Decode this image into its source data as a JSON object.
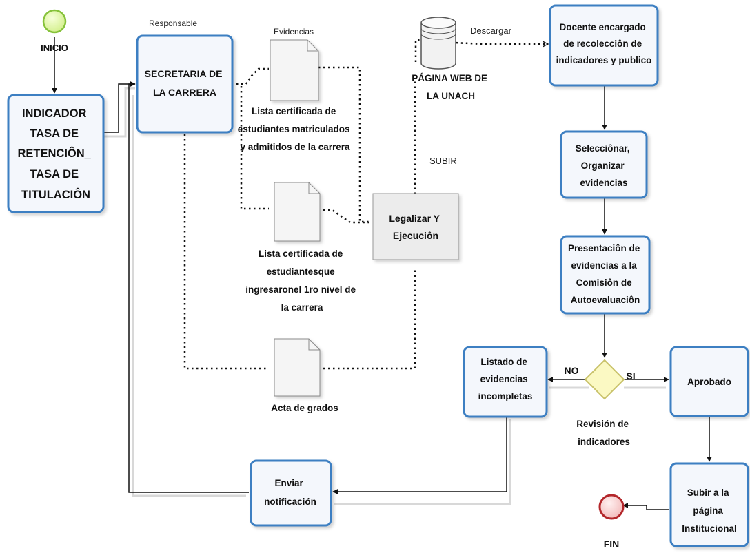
{
  "labels": {
    "responsable": "Responsable",
    "evidencias": "Evidencias",
    "descargar": "Descargar",
    "subir": "SUBIR",
    "no": "NO",
    "si": "SI"
  },
  "events": {
    "start": "INICIO",
    "end": "FIN"
  },
  "tasks": {
    "indicador": [
      "INDICADOR",
      "TASA DE",
      "RETENCIÔN_",
      "TASA DE",
      "TITULACIÔN"
    ],
    "secretaria": [
      "SECRETARIA DE",
      "LA CARRERA"
    ],
    "legalizar": [
      "Legalizar  Y",
      "Ejecuciôn"
    ],
    "docente": [
      "Docente encargado",
      "de recolecciôn de",
      "indicadores y publico"
    ],
    "seleccionar": [
      "Selecciônar,",
      "Organizar",
      "evidencias"
    ],
    "presentacion": [
      "Presentaciôn de",
      "evidencias a la",
      "Comisiôn de",
      "Autoevaluaciôn"
    ],
    "listado": [
      "Listado de",
      "evidencias",
      "incompletas"
    ],
    "aprobado": [
      "Aprobado"
    ],
    "enviar": [
      "Enviar",
      "notificación"
    ],
    "subir_pagina": [
      "Subir a la",
      "página",
      "Institucional"
    ]
  },
  "documents": {
    "lista1": [
      "Lista certificada de",
      "estudiantes matriculados",
      "y admitidos de la carrera"
    ],
    "lista2": [
      "Lista certificada de",
      "estudiantesque",
      "ingresaronel 1ro nivel de",
      "la carrera"
    ],
    "acta": [
      "Acta de grados"
    ]
  },
  "datastore": {
    "web": [
      "PÁGINA WEB DE",
      "LA UNACH"
    ]
  },
  "gateway": {
    "revision": [
      "Revisión de",
      "indicadores"
    ]
  },
  "colors": {
    "task_border": "#3d7fc2",
    "start_fill": "#e6f7b5",
    "start_stroke": "#86c23a",
    "end_fill": "#f7d2d2",
    "end_stroke": "#b3262a",
    "gateway_fill": "#fbf9c3",
    "gateway_stroke": "#c9c26a"
  }
}
